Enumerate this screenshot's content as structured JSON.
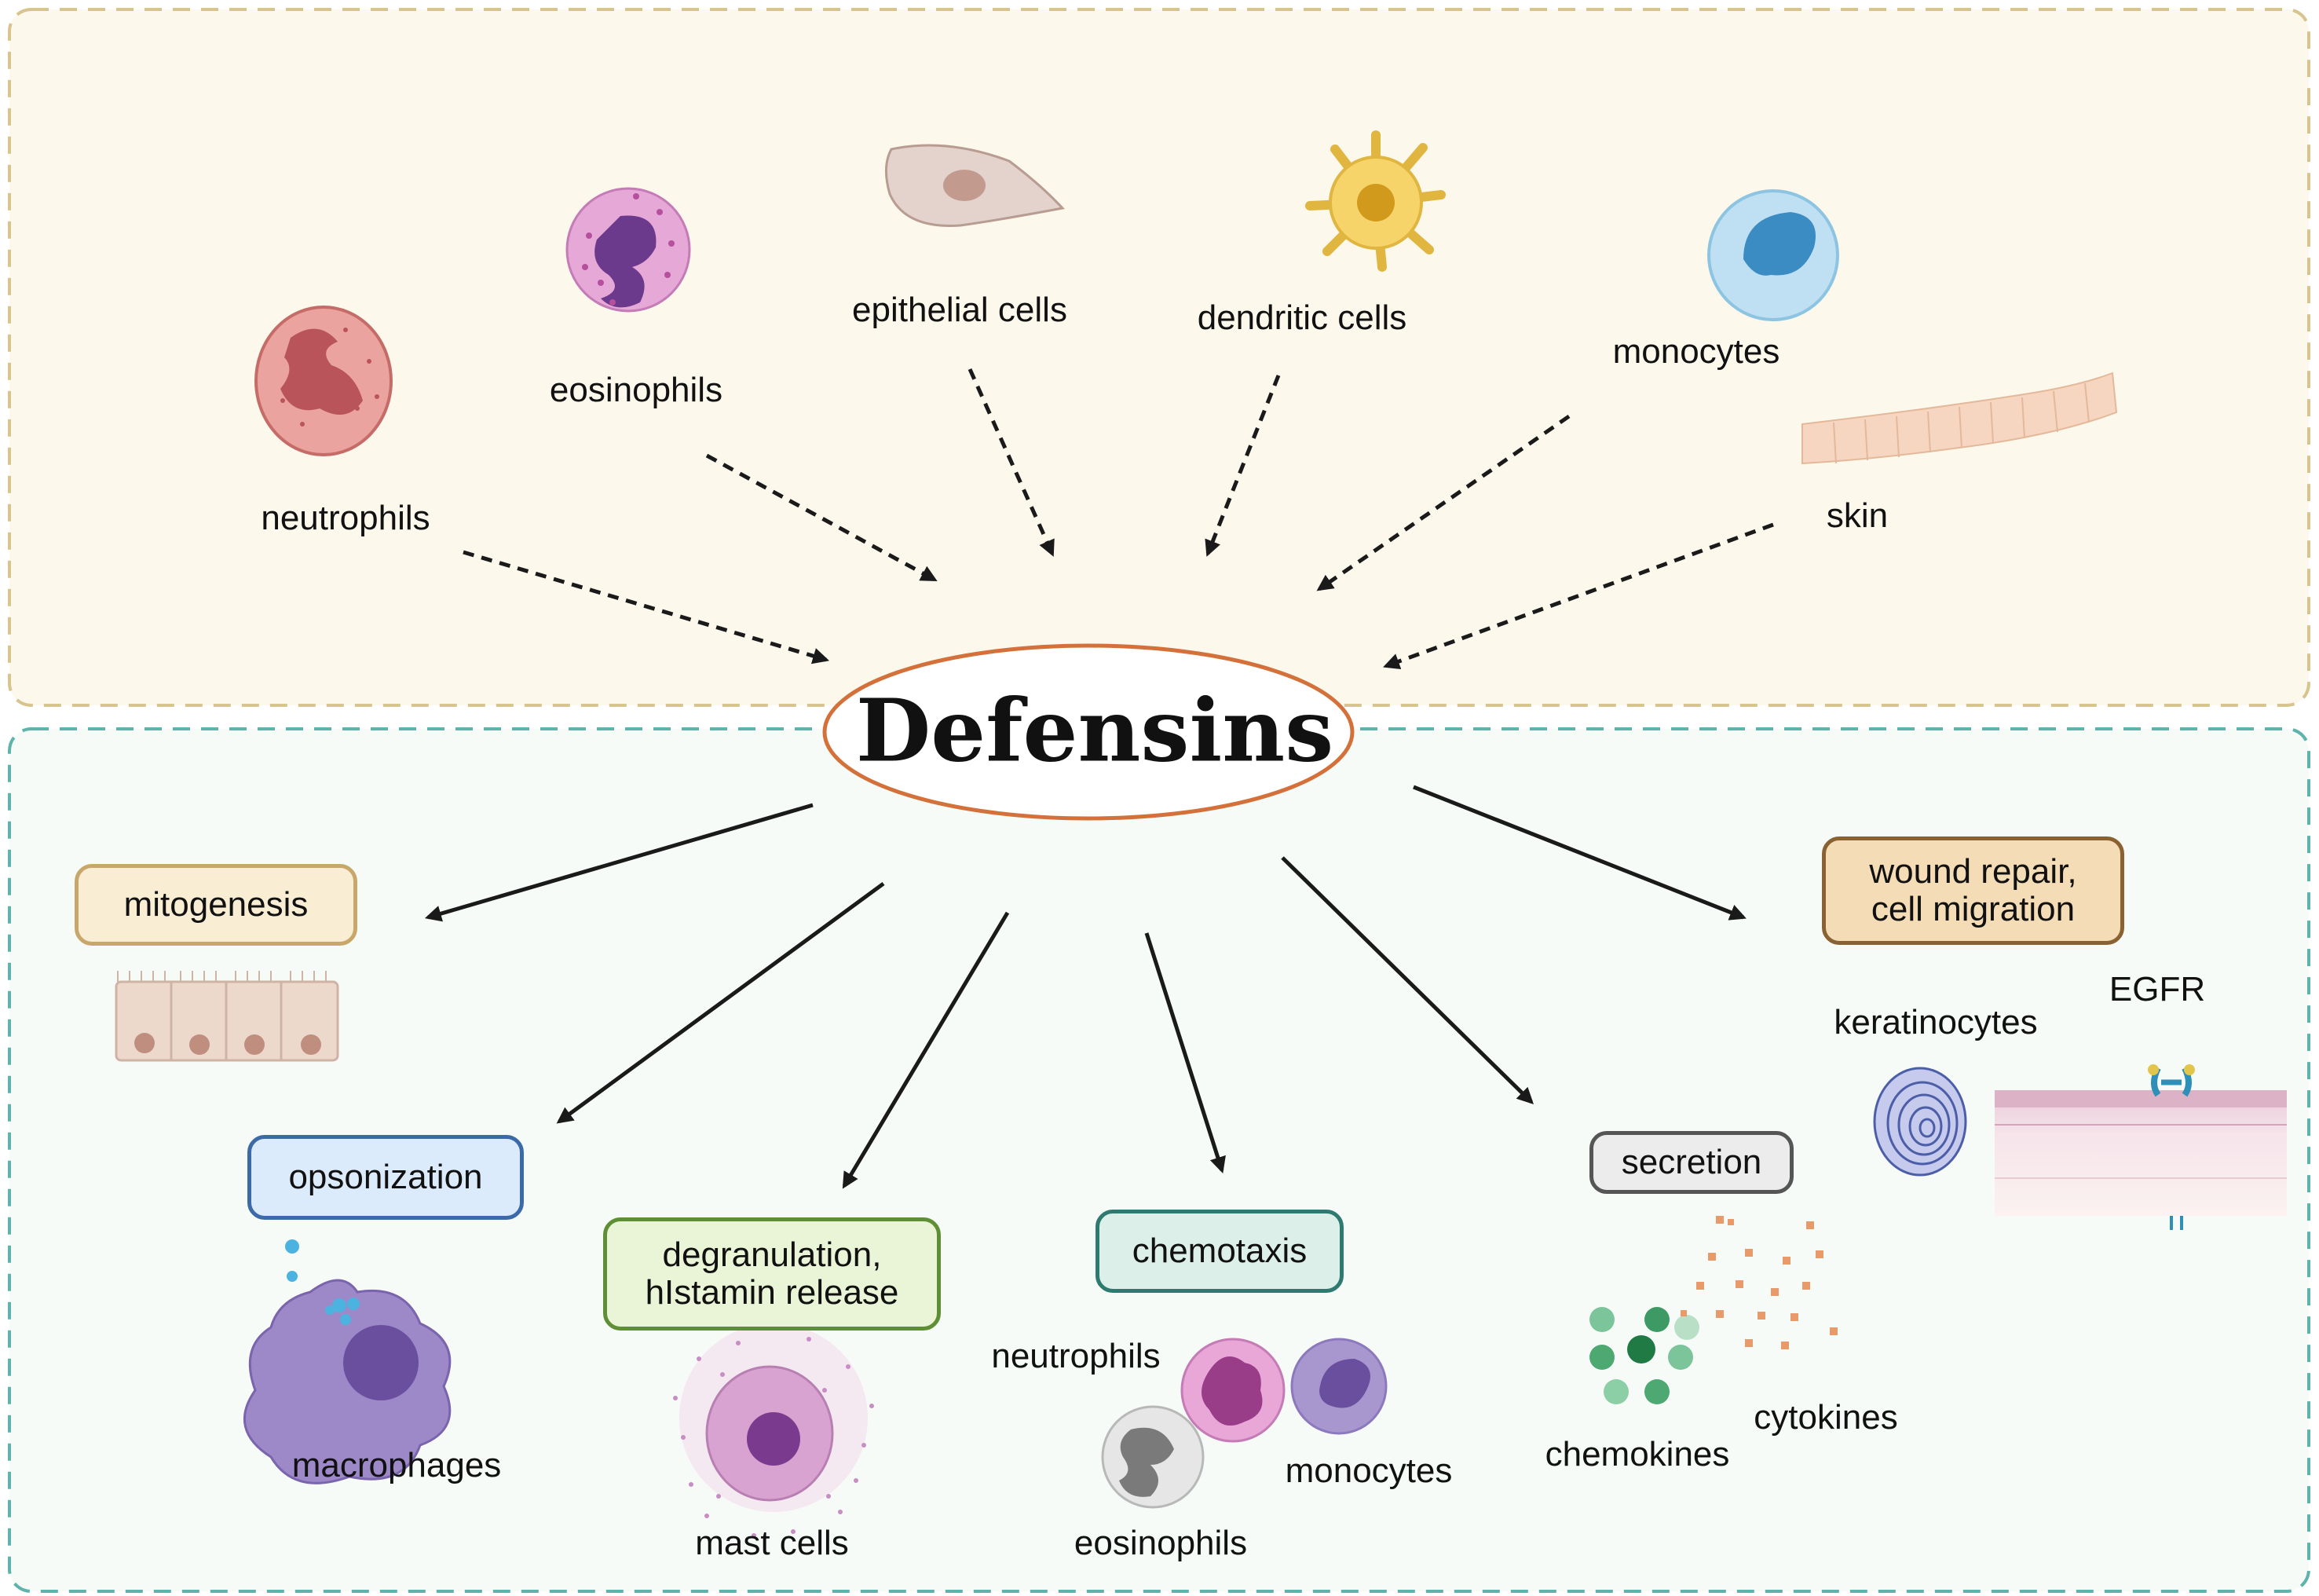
{
  "colors": {
    "top_panel_bg": "#fcf8ec",
    "top_panel_border": "#d8c48e",
    "bottom_panel_bg": "#f6fbf8",
    "bottom_panel_border": "#5fb3ab",
    "title_ellipse_border": "#d4713a"
  },
  "title": "Defensins",
  "sources": {
    "neutrophils": "neutrophils",
    "eosinophils": "eosinophils",
    "epithelial_cells": "epithelial cells",
    "dendritic_cells": "dendritic cells",
    "monocytes": "monocytes",
    "skin": "skin"
  },
  "functions": {
    "mitogenesis": "mitogenesis",
    "opsonization": "opsonization",
    "degranulation_line1": "degranulation,",
    "degranulation_line2": "hIstamin release",
    "chemotaxis": "chemotaxis",
    "secretion": "secretion",
    "wound_line1": "wound repair,",
    "wound_line2": "cell migration"
  },
  "targets": {
    "macrophages": "macrophages",
    "mast_cells": "mast cells",
    "chemo_neutrophils": "neutrophils",
    "chemo_monocytes": "monocytes",
    "chemo_eosinophils": "eosinophils",
    "chemokines": "chemokines",
    "cytokines": "cytokines",
    "keratinocytes": "keratinocytes",
    "egfr": "EGFR"
  }
}
